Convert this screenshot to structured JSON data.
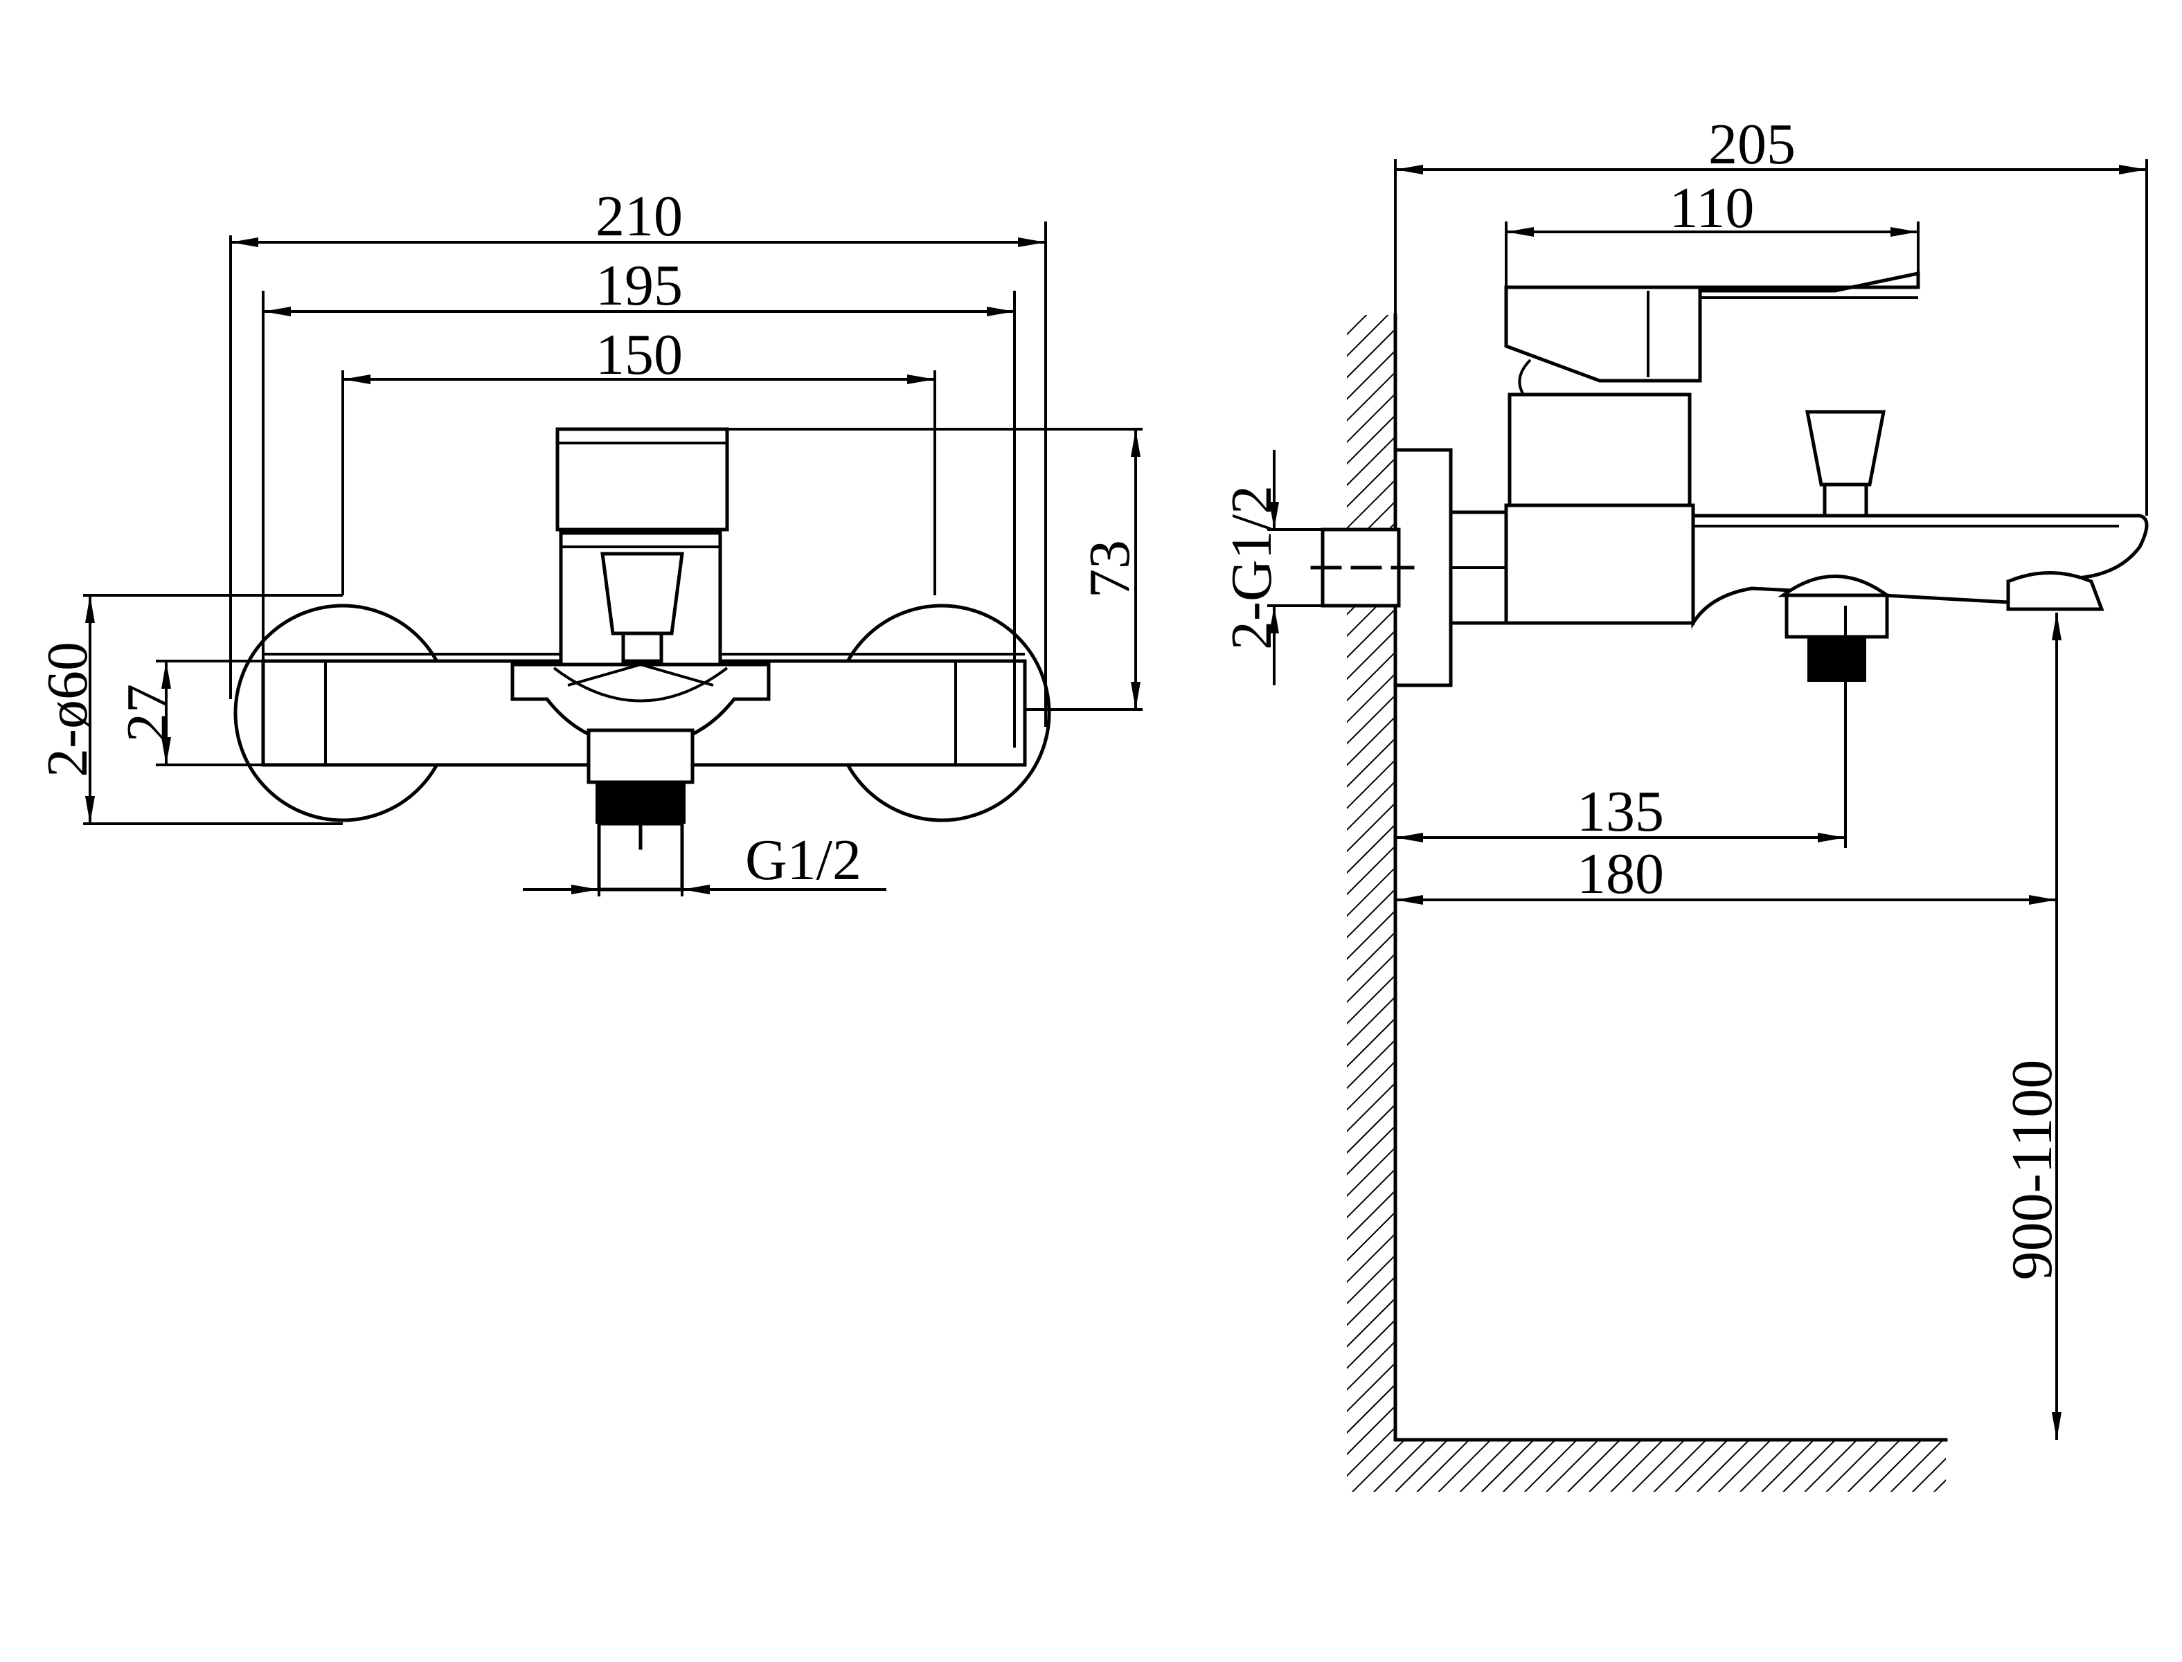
{
  "front_view": {
    "dim_overall_width": "210",
    "dim_mount_width": "195",
    "dim_center_distance": "150",
    "dim_height": "73",
    "dim_flange_diameter": "2-ø60",
    "dim_body_depth": "27",
    "dim_outlet_thread": "G1/2"
  },
  "side_view": {
    "dim_projection": "205",
    "dim_handle_length": "110",
    "dim_inlet_thread": "2-G1/2",
    "dim_diverter_offset": "135",
    "dim_spout_reach": "180",
    "dim_install_height": "900-1100"
  },
  "colors": {
    "line": "#000000",
    "background": "#ffffff"
  }
}
